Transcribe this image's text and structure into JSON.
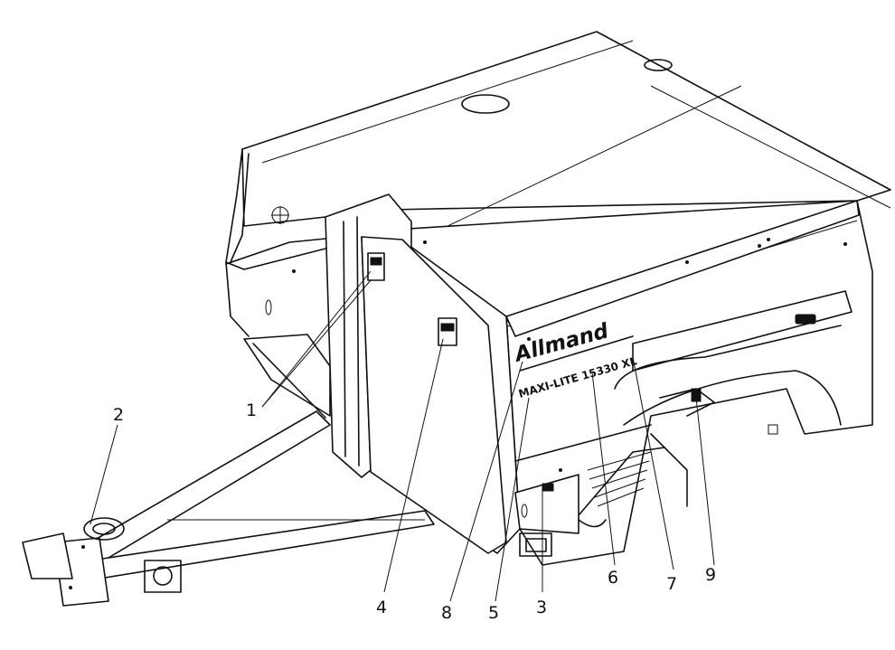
{
  "diagram": {
    "brand_decal": "Allmand",
    "model_decal": "MAXI-LITE 15330 XL",
    "callouts": [
      {
        "id": "1",
        "label": "1"
      },
      {
        "id": "2",
        "label": "2"
      },
      {
        "id": "3",
        "label": "3"
      },
      {
        "id": "4",
        "label": "4"
      },
      {
        "id": "5",
        "label": "5"
      },
      {
        "id": "6",
        "label": "6"
      },
      {
        "id": "7",
        "label": "7"
      },
      {
        "id": "8",
        "label": "8"
      },
      {
        "id": "9",
        "label": "9"
      }
    ]
  },
  "colors": {
    "ink": "#111111",
    "paper": "#ffffff"
  }
}
